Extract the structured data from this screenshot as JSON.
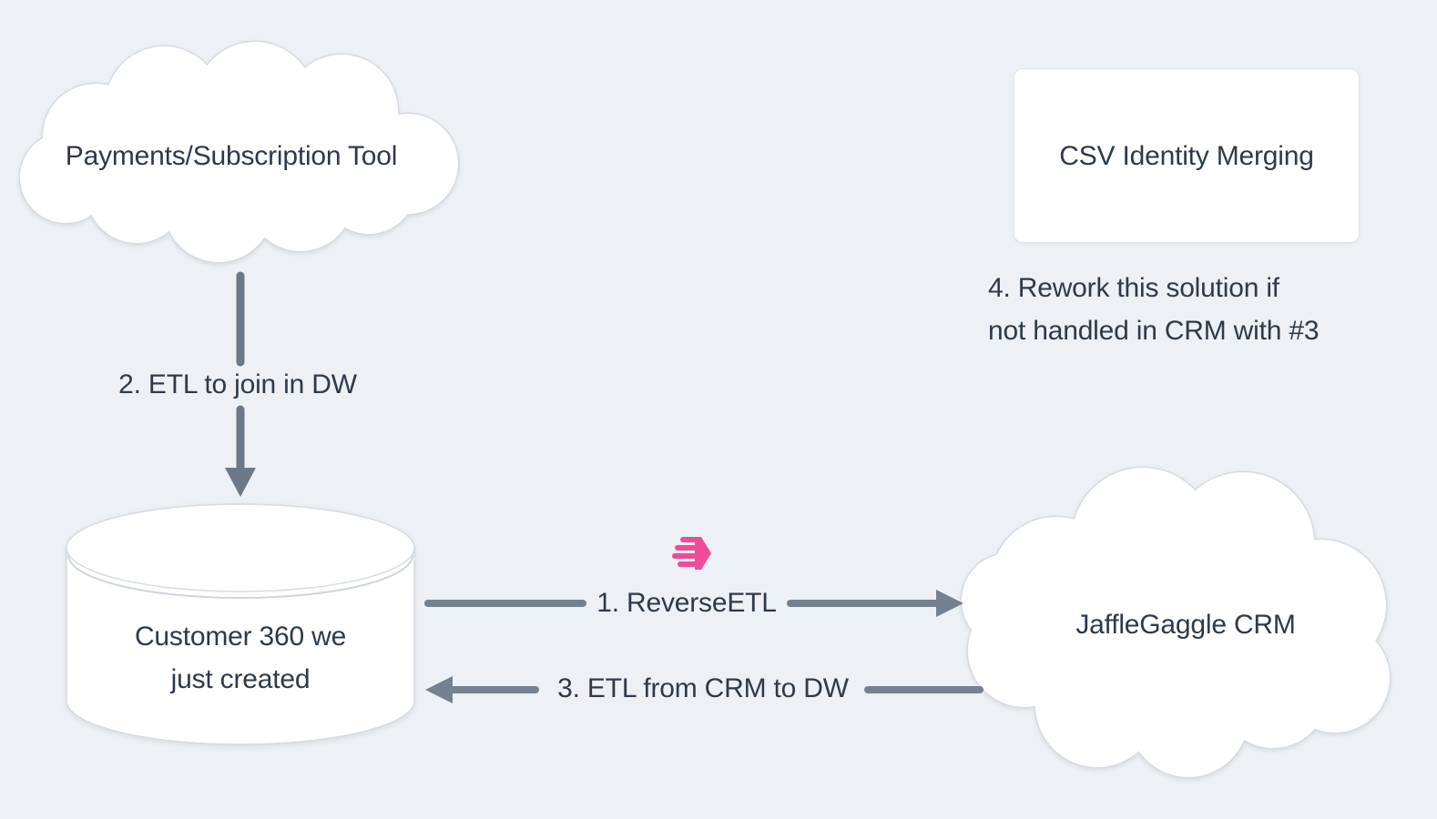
{
  "colors": {
    "background": "#edf0f4",
    "node_fill": "#ffffff",
    "node_border": "#d6dbe2",
    "text": "#2e3a49",
    "arrow": "#76818f",
    "accent_pink": "#ee4c9b"
  },
  "nodes": {
    "payments_cloud": {
      "shape": "cloud",
      "label": "Payments/Subscription Tool"
    },
    "csv_box": {
      "shape": "rectangle",
      "label": "CSV Identity Merging"
    },
    "customer360_db": {
      "shape": "cylinder",
      "lines": [
        "Customer 360 we",
        "just created"
      ]
    },
    "jafflegaggle_cloud": {
      "shape": "cloud",
      "label": "JaffleGaggle CRM"
    }
  },
  "edges": {
    "etl_join_dw": {
      "label": "2. ETL to join in DW",
      "direction": "down"
    },
    "reverse_etl": {
      "label": "1. ReverseETL",
      "direction": "right",
      "icon": "hightouch-icon"
    },
    "etl_from_crm": {
      "label": "3. ETL from CRM to DW",
      "direction": "left"
    }
  },
  "notes": {
    "rework_note": {
      "lines": [
        "4. Rework this solution if",
        "not handled in CRM with #3"
      ]
    }
  }
}
